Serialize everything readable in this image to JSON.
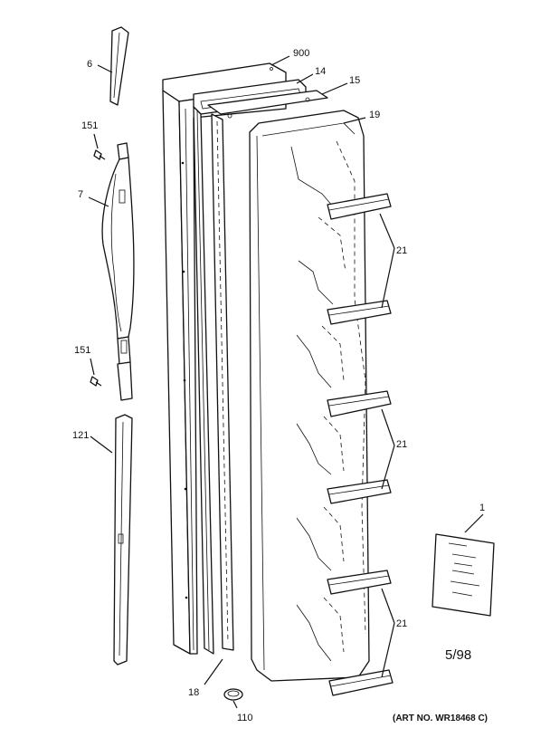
{
  "callouts": {
    "door_outer_panel": "900",
    "door_gasket": "14",
    "breaker_strip": "15",
    "door_liner": "19",
    "handle_cap": "6",
    "handle_screw_top": "151",
    "handle": "7",
    "handle_screw_bottom": "151",
    "handle_trim": "121",
    "door_shelves_upper": "21",
    "door_shelves_middle": "21",
    "door_shelves_lower": "21",
    "literature": "1",
    "door_stop": "18",
    "plug_button": "110"
  },
  "date_code": "5/98",
  "art_number": "(ART NO. WR18468 C)"
}
